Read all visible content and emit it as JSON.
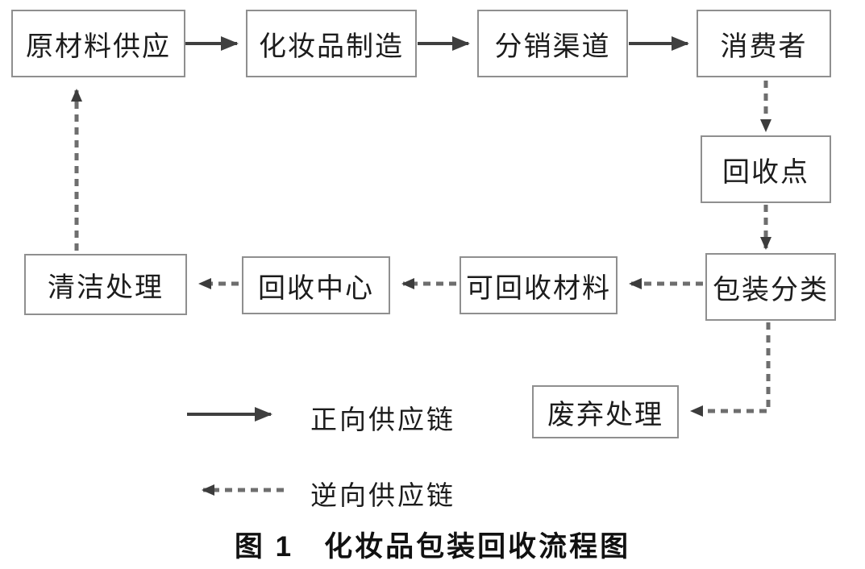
{
  "diagram": {
    "title": "化妆品包装回收流程图",
    "nodes": {
      "raw_material": "原材料供应",
      "manufacture": "化妆品制造",
      "distribution": "分销渠道",
      "consumer": "消费者",
      "recycle_point": "回收点",
      "packaging_sort": "包装分类",
      "recyclable_material": "可回收材料",
      "recycle_center": "回收中心",
      "cleaning": "清洁处理",
      "waste_disposal": "废弃处理"
    },
    "legend": {
      "forward": "正向供应链",
      "reverse": "逆向供应链"
    },
    "caption": "图 1　化妆品包装回收流程图",
    "colors": {
      "box_border": "#8f8f8f",
      "solid_arrow": "#3f3f3f",
      "dashed_arrow": "#6e6e6e",
      "text": "#1c1c1c"
    }
  }
}
